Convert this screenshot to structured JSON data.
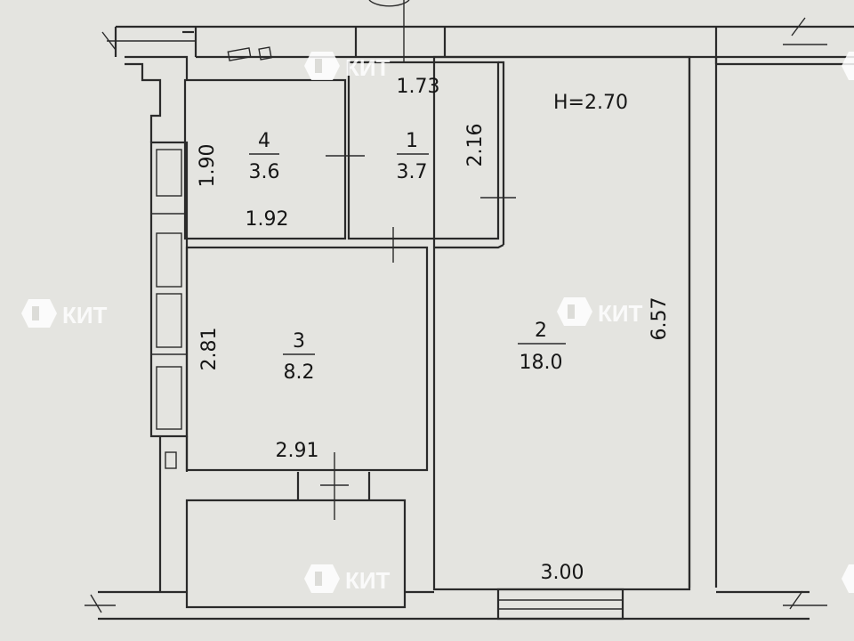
{
  "plan": {
    "ceiling_height": "H=2.70",
    "rooms": [
      {
        "id": "4",
        "number": "4",
        "area": "3.6"
      },
      {
        "id": "1",
        "number": "1",
        "area": "3.7"
      },
      {
        "id": "3",
        "number": "3",
        "area": "8.2"
      },
      {
        "id": "2",
        "number": "2",
        "area": "18.0"
      }
    ],
    "dimensions": {
      "room1_top": "1.73",
      "room1_side": "2.16",
      "room4_side": "1.90",
      "room4_bottom": "1.92",
      "room3_side": "2.81",
      "room3_bottom": "2.91",
      "room2_side": "6.57",
      "room2_bottom": "3.00"
    }
  },
  "watermark": {
    "text": "КИТ",
    "color": "#ffffff"
  }
}
